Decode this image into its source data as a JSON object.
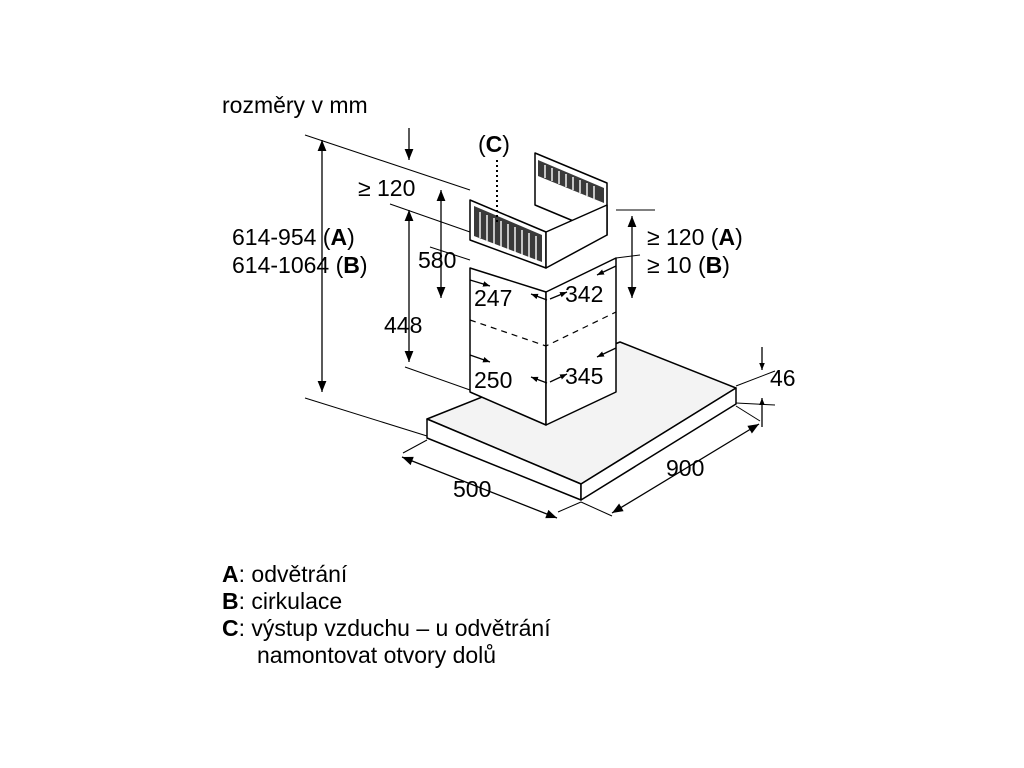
{
  "diagram": {
    "units_caption": "rozměry v mm",
    "chimney_top_marker": {
      "open": "(",
      "letter": "C",
      "close": ")"
    },
    "dimensions": {
      "total_height_a": {
        "value": "614-954",
        "open": " (",
        "letter": "A",
        "close": ")"
      },
      "total_height_b": {
        "value": "614-1064",
        "open": " (",
        "letter": "B",
        "close": ")"
      },
      "clearance_top": "≥ 120",
      "upper_chimney_height": "580",
      "lower_chimney_height": "448",
      "upper_chimney_width": "247",
      "upper_chimney_depth": "342",
      "lower_chimney_width": "250",
      "lower_chimney_depth": "345",
      "right_clearance_a": {
        "value": "≥ 120",
        "open": " (",
        "letter": "A",
        "close": ")"
      },
      "right_clearance_b": {
        "value": "≥ 10",
        "open": " (",
        "letter": "B",
        "close": ")"
      },
      "canopy_thickness": "46",
      "canopy_depth": "500",
      "canopy_width": "900"
    }
  },
  "legend": [
    {
      "key": "A",
      "text": ": odvětrání"
    },
    {
      "key": "B",
      "text": ": cirkulace"
    },
    {
      "key": "C",
      "text": ": výstup vzduchu – u odvětrání"
    }
  ],
  "legend_continuation": "namontovat otvory dolů"
}
